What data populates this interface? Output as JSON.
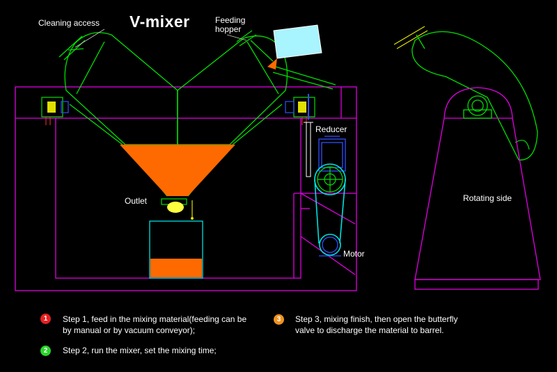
{
  "title": "V-mixer",
  "labels": {
    "cleaning_access": "Cleaning access",
    "feeding_hopper": "Feeding\nhopper",
    "reducer": "Reducer",
    "outlet": "Outlet",
    "motor": "Motor",
    "rotating_side": "Rotating side"
  },
  "steps": [
    {
      "number": "1",
      "text": "Step 1, feed in the mixing material(feeding can be by manual or by vacuum conveyor);",
      "color": "#e82020"
    },
    {
      "number": "2",
      "text": "Step 2, run the mixer, set the mixing time;",
      "color": "#2ad62a"
    },
    {
      "number": "3",
      "text": "Step 3, mixing finish, then open the butterfly valve to discharge the material to barrel.",
      "color": "#f0921e"
    }
  ],
  "colors": {
    "frame": "#e000e0",
    "vessel": "#00e000",
    "material": "#ff6a00",
    "drive": "#00e0e0",
    "reducer": "#3050ff",
    "hopper": "#a8f4ff"
  }
}
